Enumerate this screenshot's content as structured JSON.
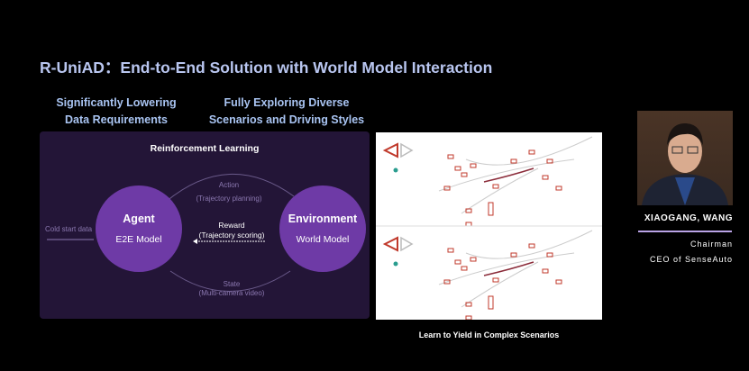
{
  "title": "R-UniAD：End-to-End Solution with World Model Interaction",
  "subheads": [
    "Significantly Lowering Data Requirements",
    "Fully Exploring Diverse Scenarios and Driving Styles"
  ],
  "diagram": {
    "title": "Reinforcement Learning",
    "agent": {
      "name": "Agent",
      "model": "E2E Model"
    },
    "environment": {
      "name": "Environment",
      "model": "World Model"
    },
    "cold_start": "Cold start data",
    "action": "Action",
    "action_sub": "(Trajectory planning)",
    "reward": "Reward",
    "reward_sub": "(Trajectory scoring)",
    "state": "State",
    "state_sub": "(Multi-camera video)"
  },
  "video_caption": "Learn to Yield in Complex Scenarios",
  "speaker": {
    "name": "XIAOGANG, WANG",
    "role1": "Chairman",
    "role2": "CEO of SenseAuto"
  }
}
